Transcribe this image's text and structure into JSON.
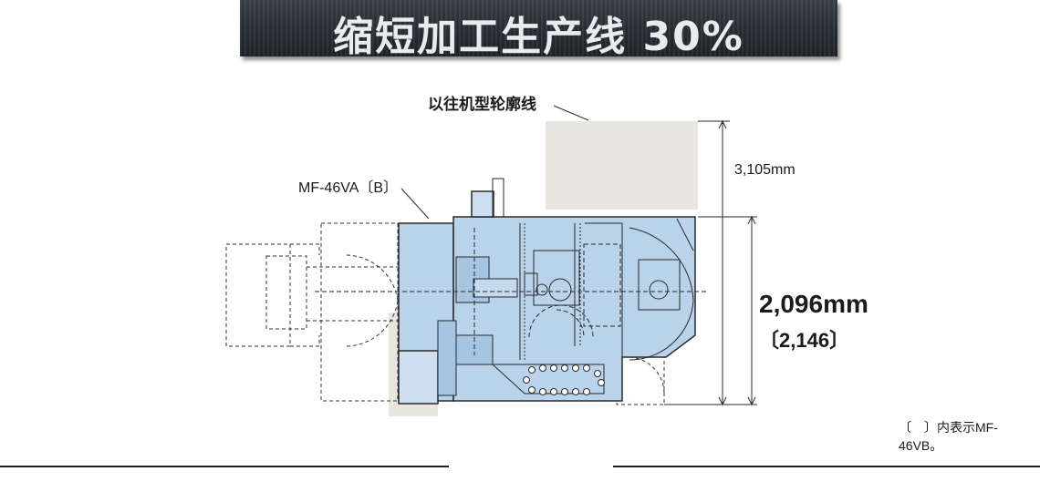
{
  "banner": {
    "title": "缩短加工生产线 30%"
  },
  "labels": {
    "old_outline": "以往机型轮廓线",
    "model": "MF-46VA〔B〕",
    "height_old": "3,105mm",
    "height_new": "2,096mm",
    "height_vb": "〔2,146〕",
    "footnote": "〔　〕内表示MF-46VB。"
  },
  "colors": {
    "machine_fill": "#b8d3ea",
    "old_outline_fill": "#e9e5e1",
    "line": "#2a2a2a",
    "banner": "#2b3136"
  }
}
